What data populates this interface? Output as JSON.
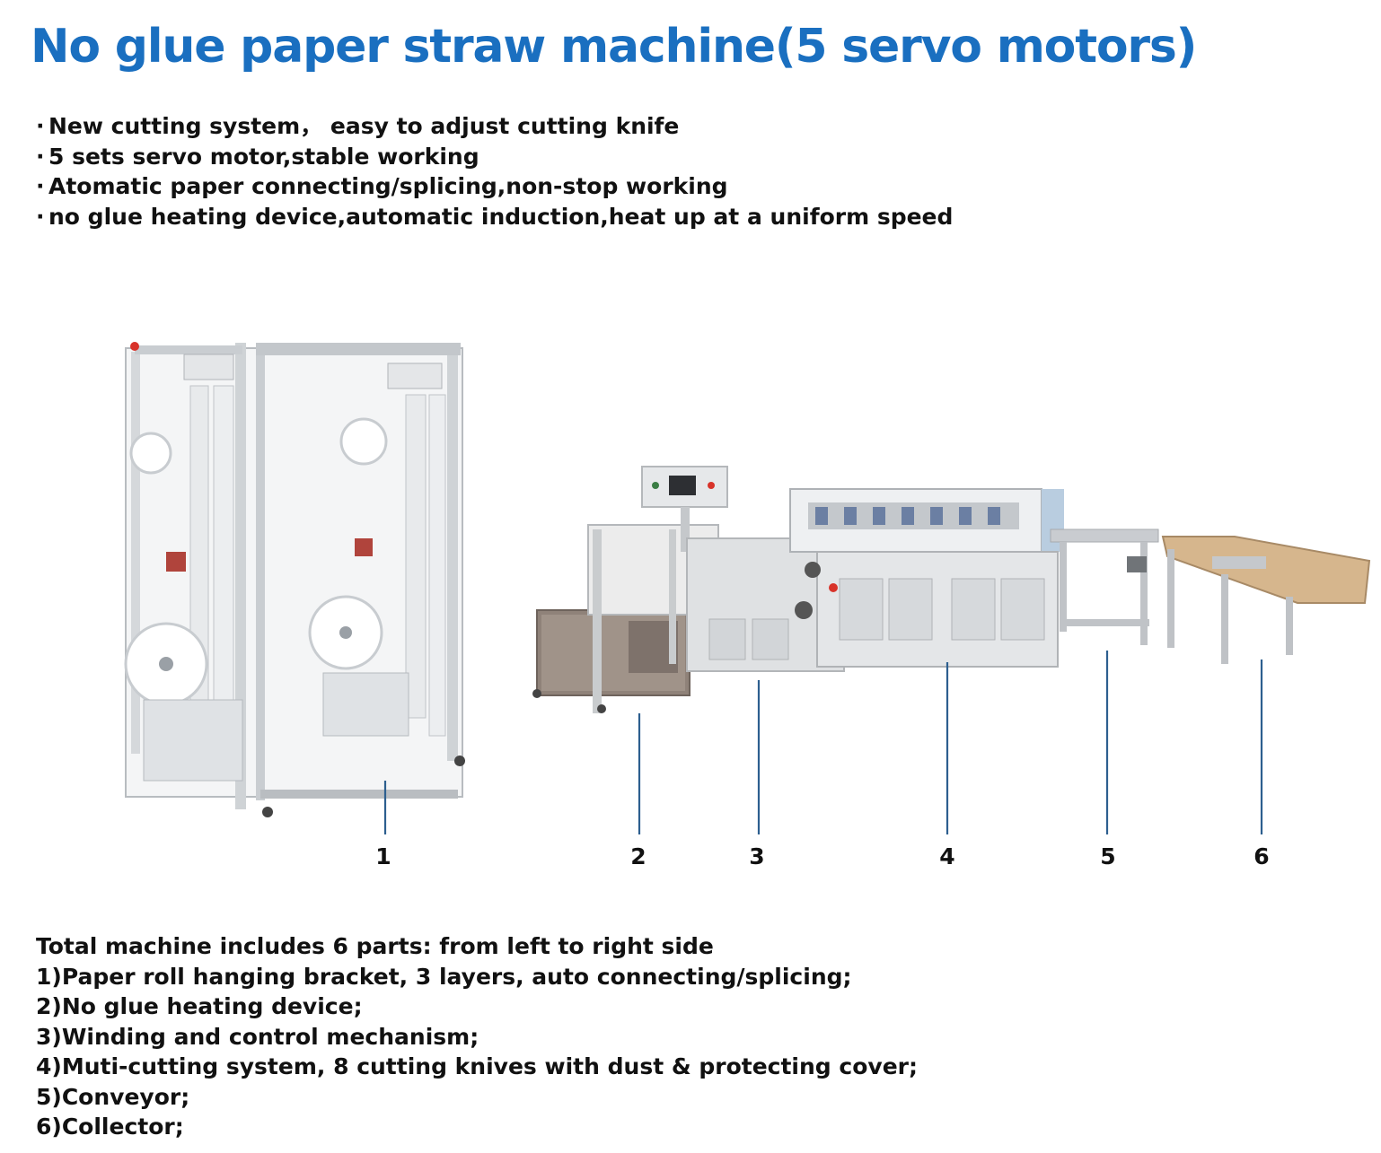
{
  "title": "No glue paper straw machine(5 servo motors)",
  "features": [
    "New cutting system， easy to adjust cutting knife",
    "5 sets servo motor,stable working",
    "Atomatic paper connecting/splicing,non-stop working",
    "no glue heating device,automatic induction,heat up at a uniform speed"
  ],
  "bullet": "·",
  "part_numbers": [
    "1",
    "2",
    "3",
    "4",
    "5",
    "6"
  ],
  "parts_intro": "Total machine includes 6 parts: from left to right side",
  "parts": [
    "1)Paper roll hanging bracket, 3 layers, auto connecting/splicing;",
    "2)No glue heating device;",
    "3)Winding and control mechanism;",
    "4)Muti-cutting system, 8 cutting knives with dust & protecting cover;",
    "5)Conveyor;",
    "6)Collector;"
  ],
  "colors": {
    "title": "#1a6fc0",
    "callout": "#2d5f8f",
    "text": "#111111"
  }
}
